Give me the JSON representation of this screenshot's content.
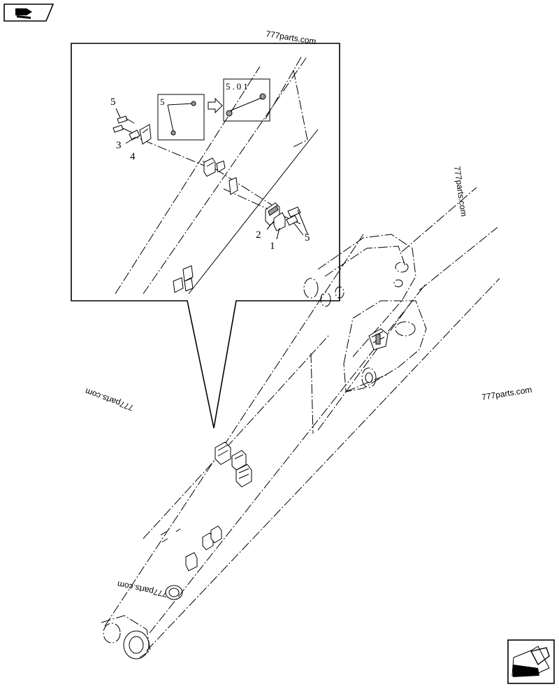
{
  "watermarks": [
    "777parts.com",
    "777parts.com",
    "777parts.com",
    "777parts.com",
    "777parts.com"
  ],
  "callouts": {
    "c1": "1",
    "c2": "2",
    "c3": "3",
    "c4": "4",
    "c5a": "5",
    "c5b": "5"
  },
  "insets": {
    "detail_a_label": "5",
    "detail_b_label": "5.01"
  },
  "icons": {
    "top_left": "navigation-book-icon",
    "bottom_right": "next-page-arrow-icon"
  }
}
